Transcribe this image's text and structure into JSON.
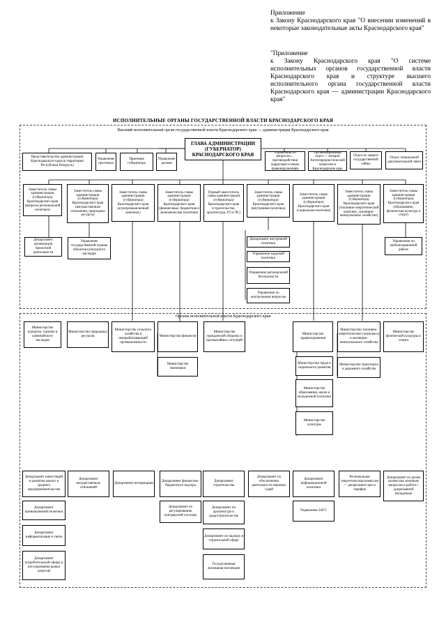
{
  "header": {
    "appendix_1": {
      "label": "Приложение",
      "text": "к Закону Краснодарского края \"О внесении изменений в некоторые законодательные акты Краснодарского края\""
    },
    "appendix_2": {
      "label": "\"Приложение",
      "text": "к Закону Краснодарского края \"О системе исполнительных органов государственной власти Краснодарского края и структуре высшего исполнительного органа государственной власти Краснодарского края — администрации Краснодарского края\""
    }
  },
  "title": "ИСПОЛНИТЕЛЬНЫЕ ОРГАНЫ ГОСУДАРСТВЕННОЙ ВЛАСТИ КРАСНОДАРСКОГО КРАЯ",
  "top_frame_label": "Высший исполнительный орган государственной власти Краснодарского края — администрация Краснодарского края",
  "main_box": "ГЛАВА АДМИНИСТРАЦИИ (ГУБЕРНАТОР) КРАСНОДАРСКОГО КРАЯ",
  "top_row_left": [
    "Представительство администрации Краснодарского края (в территории Республики Беларусь)",
    "Управление протокола",
    "Приемная губернатора",
    "Управление делами"
  ],
  "top_row_right": [
    "Управление по вопросам..., противодействия коррупции и иным правонарушениям",
    "Организационный отдел — аппарат Антитеррористической комиссии в Краснодарском крае",
    "Отдел по защите государственной тайны",
    "Отдел специальной документальной связи"
  ],
  "deputies": [
    "Заместитель главы администрации (губернатора) Краснодарского края (вопросы региональной политики)",
    "Заместитель главы администрации (губернатора) Краснодарского края (имущественные отношения, природные ресурсы)",
    "Заместитель главы администрации (губернатора) Краснодарского края (агропромышленный комплекс)",
    "Заместитель главы администрации (губернатора) Краснодарского края (финансовые, бюджетная и экономическая политика)",
    "Первый заместитель главы администрации (губернатора) Краснодарского края (строительство, архитектура, ГО и ЧС)",
    "Заместитель главы администрации (губернатора) Краснодарского края (внутренняя политика)",
    "Заместитель главы администрации (губернатора) Краснодарского края (социальная политика)",
    "Заместитель главы администрации (губернатора) Краснодарского края (топливно-энергетический комплекс, жилищно-коммунальное хозяйство)",
    "Заместитель главы администрации (губернатора) Краснодарского края (образование, физическая культура и спорт)"
  ],
  "sub_top": [
    "Департамент организации проектной деятельности",
    "Управление государственной охраны объектов культурного наследия",
    "Департамент внутренней политики",
    "Управление кадровой политики",
    "Управление региональной безопасности",
    "Управление по контрольным вопросам",
    "Управление по мобилизационной работе"
  ],
  "bottom_frame_label": "Органы исполнительной власти Краснодарского края",
  "ministries": [
    "Министерство курортов, туризма и олимпийского наследия",
    "Министерство природных ресурсов",
    "Министерство сельского хозяйства и перерабатывающей промышленности",
    "Министерство финансов",
    "Министерство экономики",
    "Министерство гражданской обороны и чрезвычайных ситуаций",
    "Министерство здравоохранения",
    "Министерство труда и социального развития",
    "Министерство образования, науки и молодежной политики",
    "Министерство культуры",
    "Министерство топливно-энергетического комплекса и жилищно-коммунального хозяйства",
    "Министерство транспорта и дорожного хозяйства",
    "Министерство физической культуры и спорта"
  ],
  "departments": [
    "Департамент инвестиций и развития малого и среднего предпринимательства",
    "Департамент промышленной политики",
    "Департамент информатизации и связи",
    "Департамент потребительской сферы и регулирования рынка алкоголя",
    "Департамент имущественных отношений",
    "Департамент ветеринарии",
    "Департамент финансово-бюджетного надзора",
    "Департамент по регулированию контрактной системы",
    "Департамент строительства",
    "Департамент по архитектуре и градостроительству",
    "Департамент по надзору в строительной сфере",
    "Госудаственная жилищная инспекция",
    "Департамент по обеспечению деятельности мировых судей",
    "Департамент информационной политики",
    "Управление ЗАГС",
    "Региональная энергетическая комиссия — департамент цен и тарифов",
    "Департамент по делам казачества, военным вопросам и работе с допризывной молодежью"
  ],
  "page_mark": "\""
}
